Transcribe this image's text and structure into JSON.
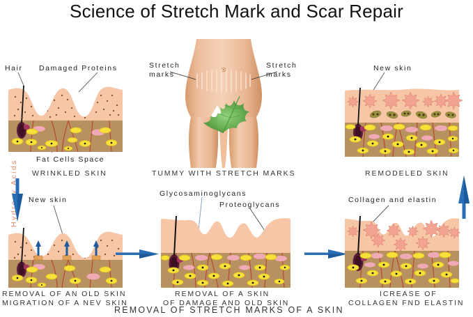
{
  "title": "Science of Stretch Mark and Scar Repair",
  "vertical_label": "Hydroxy Acids",
  "bottom_caption": "REMOVAL OF STRETCH MARKS  OF A SKIN",
  "colors": {
    "epidermis": "#f6c6a7",
    "epidermis_light": "#f8d4bb",
    "dermis": "#b89160",
    "dermis_dark": "#a87f52",
    "fat_cell": "#f7e03a",
    "fat_cell_edge": "#d8bc1e",
    "proteoglycan": "#f0aab5",
    "collagen_fiber": "#b5442c",
    "follicle": "#5c1b38",
    "follicle_edge": "#a3365f",
    "hair": "#111111",
    "arrow_blue": "#2a6fb5",
    "arrow_blue_dark": "#1b5a9c",
    "leaf_green": "#5aab4a",
    "skin_body": "#edb88f",
    "skin_body_dark": "#d99c6d",
    "label_text": "#222222",
    "vertical_text": "#e08a6e",
    "fibroblast": "#f2a391",
    "melanocyte": "#9b9240",
    "title_text": "#111111"
  },
  "panels": {
    "p1": {
      "name": "wrinkled-skin",
      "caption": "WRINKLED SKIN",
      "labels": [
        {
          "text": "Hair"
        },
        {
          "text": "Damaged Proteins"
        },
        {
          "text": "Fat Cells Space"
        }
      ]
    },
    "p2": {
      "name": "tummy-with-stretch-marks",
      "caption": "TUMMY WITH STRETCH MARKS",
      "labels": [
        {
          "text": "Stretch"
        },
        {
          "text": "marks"
        },
        {
          "text": "Stretch"
        },
        {
          "text": "marks"
        }
      ]
    },
    "p3": {
      "name": "remodeled-skin",
      "caption": "REMODELED SKIN",
      "labels": [
        {
          "text": "New skin"
        }
      ]
    },
    "p4": {
      "name": "removal-of-old-skin",
      "caption_line1": "REMOVAL OF AN OLD SKIN",
      "caption_line2": "MIGRATION OF A NEV SKIN",
      "labels": [
        {
          "text": "New skin"
        }
      ]
    },
    "p5": {
      "name": "removal-of-damaged-skin",
      "caption_line1": "REMOVAL OF A SKIN",
      "caption_line2": "OF DAMAGE AND OLD SKIN",
      "labels": [
        {
          "text": "Glycosaminoglycans"
        },
        {
          "text": "Proteoglycans"
        }
      ]
    },
    "p6": {
      "name": "increase-of-collagen",
      "caption_line1": "ICREASE OF",
      "caption_line2": "COLLAGEN FND ELASTIN",
      "labels": [
        {
          "text": "Collagen and elastin"
        }
      ]
    }
  }
}
